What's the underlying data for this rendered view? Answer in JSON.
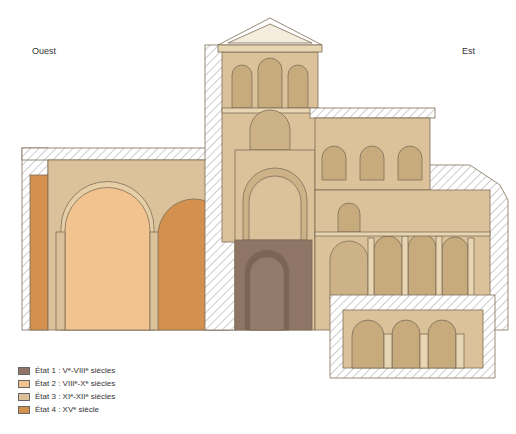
{
  "diagram": {
    "labels": [
      "Ouest",
      "Est"
    ],
    "legend": [
      {
        "text": "État 1 : Vᵉ-VIIIᵉ siècles",
        "color": "#8e7566"
      },
      {
        "text": "État 2 : VIIIᵉ-Xᵉ siècles",
        "color": "#f3c38f"
      },
      {
        "text": "État 3 : XIᵉ-XIIᵉ siècles",
        "color": "#dcc29a"
      },
      {
        "text": "État 4 : XVᵉ siècle",
        "color": "#d4904e"
      }
    ]
  }
}
